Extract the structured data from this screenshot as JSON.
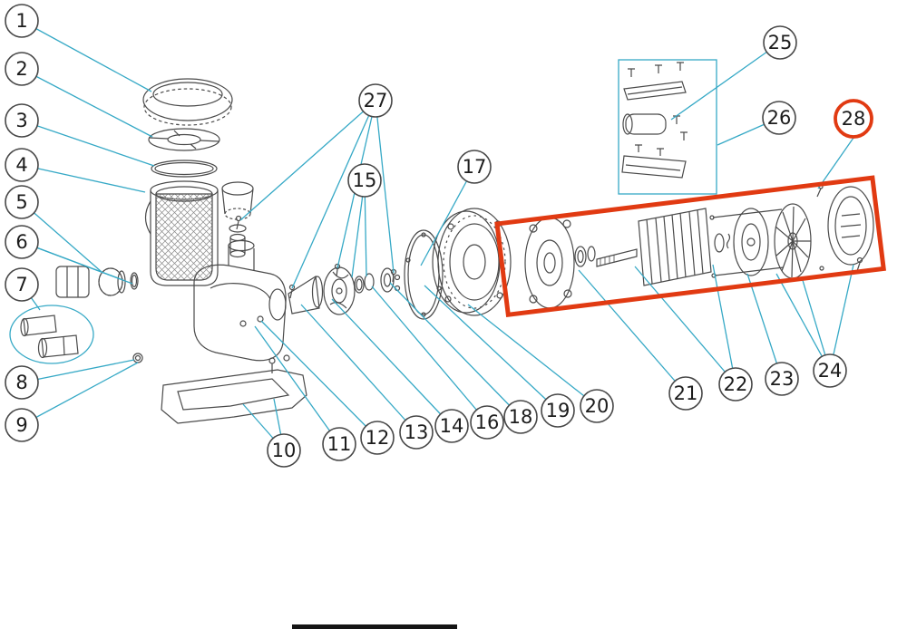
{
  "colors": {
    "background": "#ffffff",
    "line_art": "#4a4a4a",
    "hatch": "#8a8a8a",
    "leader_line": "#36a9c6",
    "highlight": "#e13a12",
    "callout_border": "#474747",
    "callout_text": "#1c1c1c"
  },
  "callouts": [
    {
      "label": "1"
    },
    {
      "label": "2"
    },
    {
      "label": "3"
    },
    {
      "label": "4"
    },
    {
      "label": "5"
    },
    {
      "label": "6"
    },
    {
      "label": "7"
    },
    {
      "label": "8"
    },
    {
      "label": "9"
    },
    {
      "label": "10"
    },
    {
      "label": "11"
    },
    {
      "label": "12"
    },
    {
      "label": "13"
    },
    {
      "label": "14"
    },
    {
      "label": "15"
    },
    {
      "label": "16"
    },
    {
      "label": "17"
    },
    {
      "label": "18"
    },
    {
      "label": "19"
    },
    {
      "label": "20"
    },
    {
      "label": "21"
    },
    {
      "label": "22"
    },
    {
      "label": "23"
    },
    {
      "label": "24"
    },
    {
      "label": "25"
    },
    {
      "label": "26"
    },
    {
      "label": "27"
    },
    {
      "label": "28",
      "highlighted": true
    }
  ]
}
